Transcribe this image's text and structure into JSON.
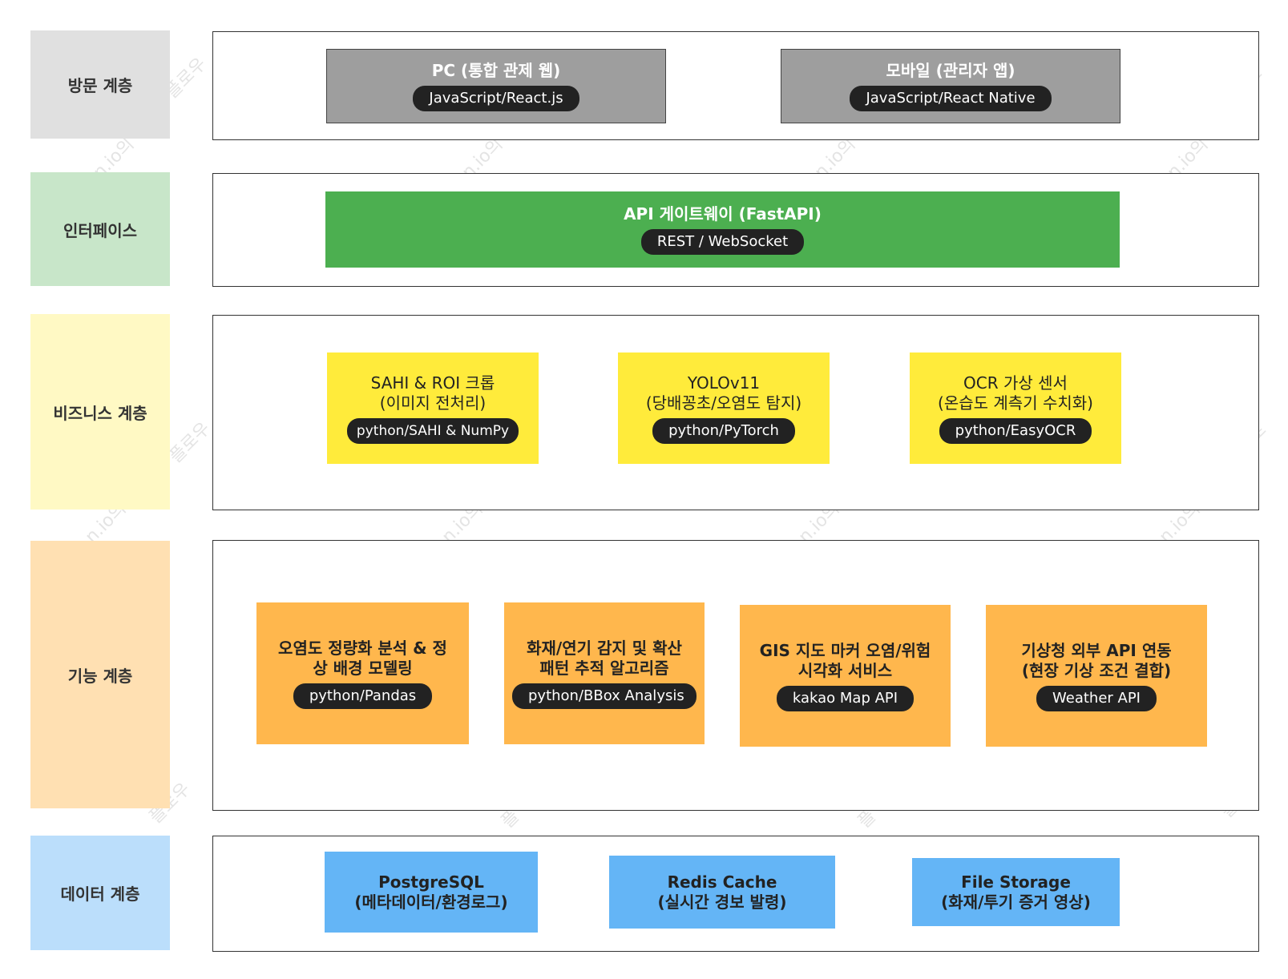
{
  "layers": [
    {
      "label": "방문 계층",
      "color": "#e0e0e0"
    },
    {
      "label": "인터페이스",
      "color": "#c8e6c9"
    },
    {
      "label": "비즈니스 계층",
      "color": "#fff9c4"
    },
    {
      "label": "기능 계층",
      "color": "#ffe0b2"
    },
    {
      "label": "데이터 계층",
      "color": "#bbdefb"
    }
  ],
  "visit": [
    {
      "title": [
        "PC (통합 관제 웹)"
      ],
      "tag": "JavaScript/React.js"
    },
    {
      "title": [
        "모바일 (관리자 앱)"
      ],
      "tag": "JavaScript/React Native"
    }
  ],
  "interface": [
    {
      "title": [
        "API 게이트웨이 (FastAPI)"
      ],
      "tag": "REST / WebSocket"
    }
  ],
  "business": [
    {
      "title": [
        "SAHI & ROI 크롭",
        "(이미지 전처리)"
      ],
      "tag": "python/SAHI & NumPy"
    },
    {
      "title": [
        "YOLOv11",
        "(당배꽁초/오염도 탐지)"
      ],
      "tag": "python/PyTorch"
    },
    {
      "title": [
        "OCR 가상 센서",
        "(온습도 계측기 수치화)"
      ],
      "tag": "python/EasyOCR"
    }
  ],
  "function": [
    {
      "title": [
        "오염도 정량화 분석 & 정",
        "상 배경 모델링"
      ],
      "tag": "python/Pandas"
    },
    {
      "title": [
        "화재/연기 감지 및 확산",
        "패턴 추적 알고리즘"
      ],
      "tag": "python/BBox Analysis"
    },
    {
      "title": [
        "GIS 지도 마커 오염/위험",
        "시각화 서비스"
      ],
      "tag": "kakao Map API"
    },
    {
      "title": [
        "기상청 외부 API 연동",
        "(현장 기상 조건 결합)"
      ],
      "tag": "Weather API"
    }
  ],
  "data": [
    {
      "title": [
        "PostgreSQL",
        "(메타데이터/환경로그)"
      ]
    },
    {
      "title": [
        "Redis Cache",
        "(실시간 경보 발령)"
      ]
    },
    {
      "title": [
        "File Storage",
        "(화재/투기 증거 영상)"
      ]
    }
  ],
  "colors": {
    "gray": "#9e9e9e",
    "green": "#4caf50",
    "yellow": "#ffeb3b",
    "orange": "#ffb74d",
    "blue": "#64b5f6",
    "tag": "#222222"
  }
}
